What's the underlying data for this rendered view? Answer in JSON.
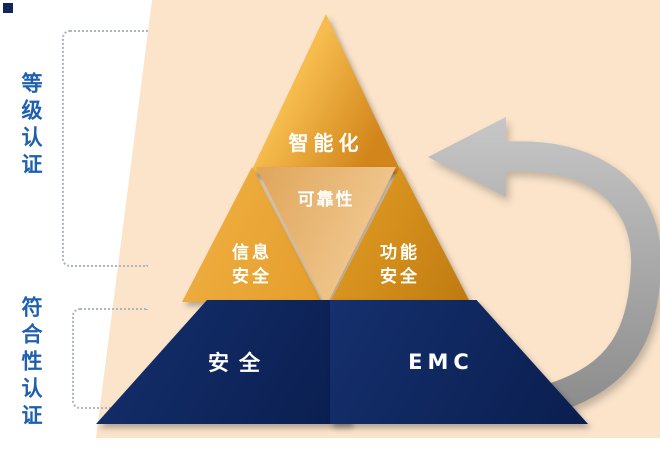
{
  "pyramid": {
    "top": {
      "label": "智能化",
      "color_from": "#f5b847",
      "color_to": "#d5881c"
    },
    "middle": [
      {
        "name": "信息安全",
        "line1": "信息",
        "line2": "安全",
        "color": "#eca93c"
      },
      {
        "name": "可靠性",
        "label": "可靠性",
        "color": "#efc083"
      },
      {
        "name": "功能安全",
        "line1": "功能",
        "line2": "安全",
        "color": "#d18c16"
      }
    ],
    "bottom": [
      {
        "label": "安全",
        "color": "#0d2257"
      },
      {
        "label": "EMC",
        "color": "#0d2257"
      }
    ]
  },
  "annotations": {
    "level_certification": "等级认证",
    "conformity_certification": "符合性认证"
  },
  "colors": {
    "background_peach": "#fbe4ca",
    "accent_blue": "#1e5fae",
    "navy": "#0d2257",
    "arrow_gray_light": "#c7c7c7",
    "arrow_gray_dark": "#8e8e8e",
    "bracket_dotted": "#aeb6c4"
  },
  "icons": {
    "arrow": "curved-arrow-pointing-left"
  }
}
